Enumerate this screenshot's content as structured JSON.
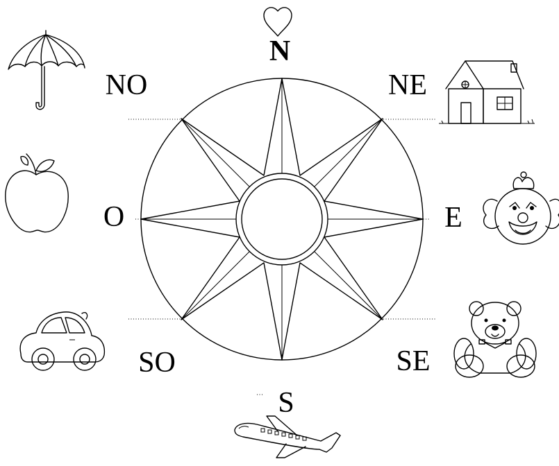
{
  "compass": {
    "labels": {
      "n": "N",
      "ne": "NE",
      "e": "E",
      "se": "SE",
      "s": "S",
      "so": "SO",
      "o": "O",
      "no": "NO"
    }
  },
  "pictures": {
    "north": "heart-icon",
    "northeast": "house-icon",
    "east": "clown-icon",
    "southeast": "teddy-bear-icon",
    "south": "airplane-icon",
    "southwest": "car-icon",
    "west": "apple-icon",
    "northwest": "umbrella-icon"
  },
  "colors": {
    "ink": "#000000",
    "background": "#ffffff"
  }
}
